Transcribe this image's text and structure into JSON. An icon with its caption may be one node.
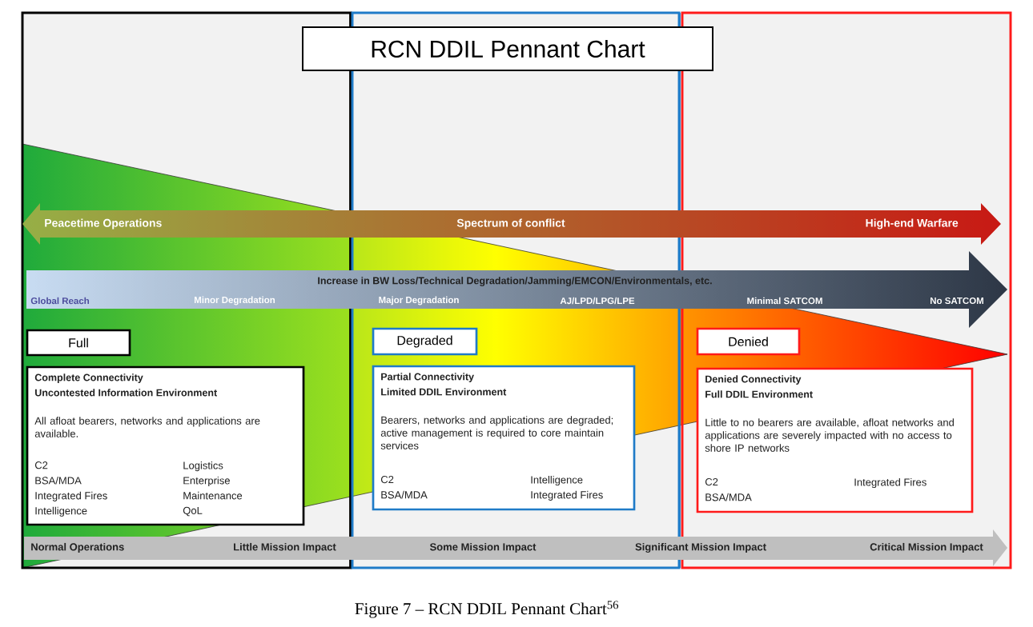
{
  "diagram": {
    "caption": "Figure 7 – RCN DDIL Pennant Chart$^{56}$",
    "nodes": [
      {
        "text": [
          "RCN DDIL Pennant Chart"
        ]
      },
      {
        "text": [
          "Peacetime Operations",
          "Spectrum of conflict",
          "High-end Warfare"
        ]
      },
      {
        "text": [
          "Increase in BW Loss/Technical Degradation/Jamming/EMCON/Environmentals, etc.",
          "Global Reach",
          "Minor Degradation",
          "Major Degradation",
          "AJ/LPD/LPG/LPE",
          "Minimal SATCOM",
          "No SATCOM"
        ]
      },
      {
        "text": [
          "Full"
        ]
      },
      {
        "text": [
          "Complete Connectivity",
          "Uncontested Information Environment",
          "All afloat bearers, networks and applications are available.",
          "C2",
          "BSA/MDA",
          "Integrated Fires",
          "Intelligence",
          "Logistics",
          "Enterprise",
          "Maintenance",
          "QoL"
        ]
      },
      {
        "text": [
          "Degraded"
        ]
      },
      {
        "text": [
          "Partial Connectivity",
          "Limited DDIL Environment",
          "Bearers, networks and applications are degraded; active management is required to core maintain services",
          "C2",
          "BSA/MDA",
          "Intelligence",
          "Integrated Fires"
        ]
      },
      {
        "text": [
          "Denied"
        ]
      },
      {
        "text": [
          "Denied Connectivity",
          "Full DDIL Environment",
          "Little to no bearers are available, afloat networks and applications are severely impacted with no access to shore IP networks",
          "C2",
          "BSA/MDA",
          "Integrated Fires"
        ]
      },
      {
        "text": [
          "Normal Operations",
          "Little Mission Impact",
          "Some Mission Impact",
          "Significant Mission Impact",
          "Critical Mission Impact"
        ]
      }
    ]
  }
}
